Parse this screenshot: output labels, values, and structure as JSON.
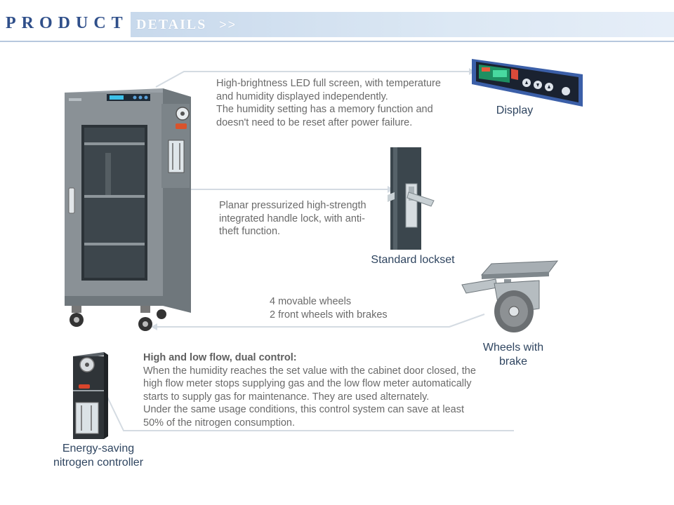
{
  "header": {
    "product": "PRODUCT",
    "details": "DETAILS",
    "arrows": ">>"
  },
  "features": {
    "display": {
      "lines": [
        "High-brightness LED full screen, with temperature",
        "and humidity displayed independently.",
        "The humidity setting has a memory function and",
        "doesn't need to be reset after power failure."
      ],
      "caption": "Display"
    },
    "lockset": {
      "lines": [
        "Planar pressurized high-strength",
        "integrated handle lock, with anti-",
        "theft function."
      ],
      "caption": "Standard lockset"
    },
    "wheels": {
      "lines": [
        "4 movable wheels",
        "2 front wheels with brakes"
      ],
      "caption_lines": [
        "Wheels with",
        "brake"
      ]
    },
    "nitrogen": {
      "heading": "High and low flow, dual control:",
      "lines": [
        "When the humidity reaches the set value with the cabinet door closed, the",
        "high flow meter stops supplying gas and the low flow meter automatically",
        "starts to supply gas for maintenance. They are used alternately.",
        "Under the same usage conditions, this control system can save at least",
        "50% of the nitrogen consumption."
      ],
      "caption_lines": [
        "Energy-saving",
        "nitrogen controller"
      ]
    }
  },
  "colors": {
    "accent": "#2f4f8a",
    "bar": "#c8d9ec",
    "cabinet": "#8a9196",
    "leader": "#d4dbe2"
  }
}
